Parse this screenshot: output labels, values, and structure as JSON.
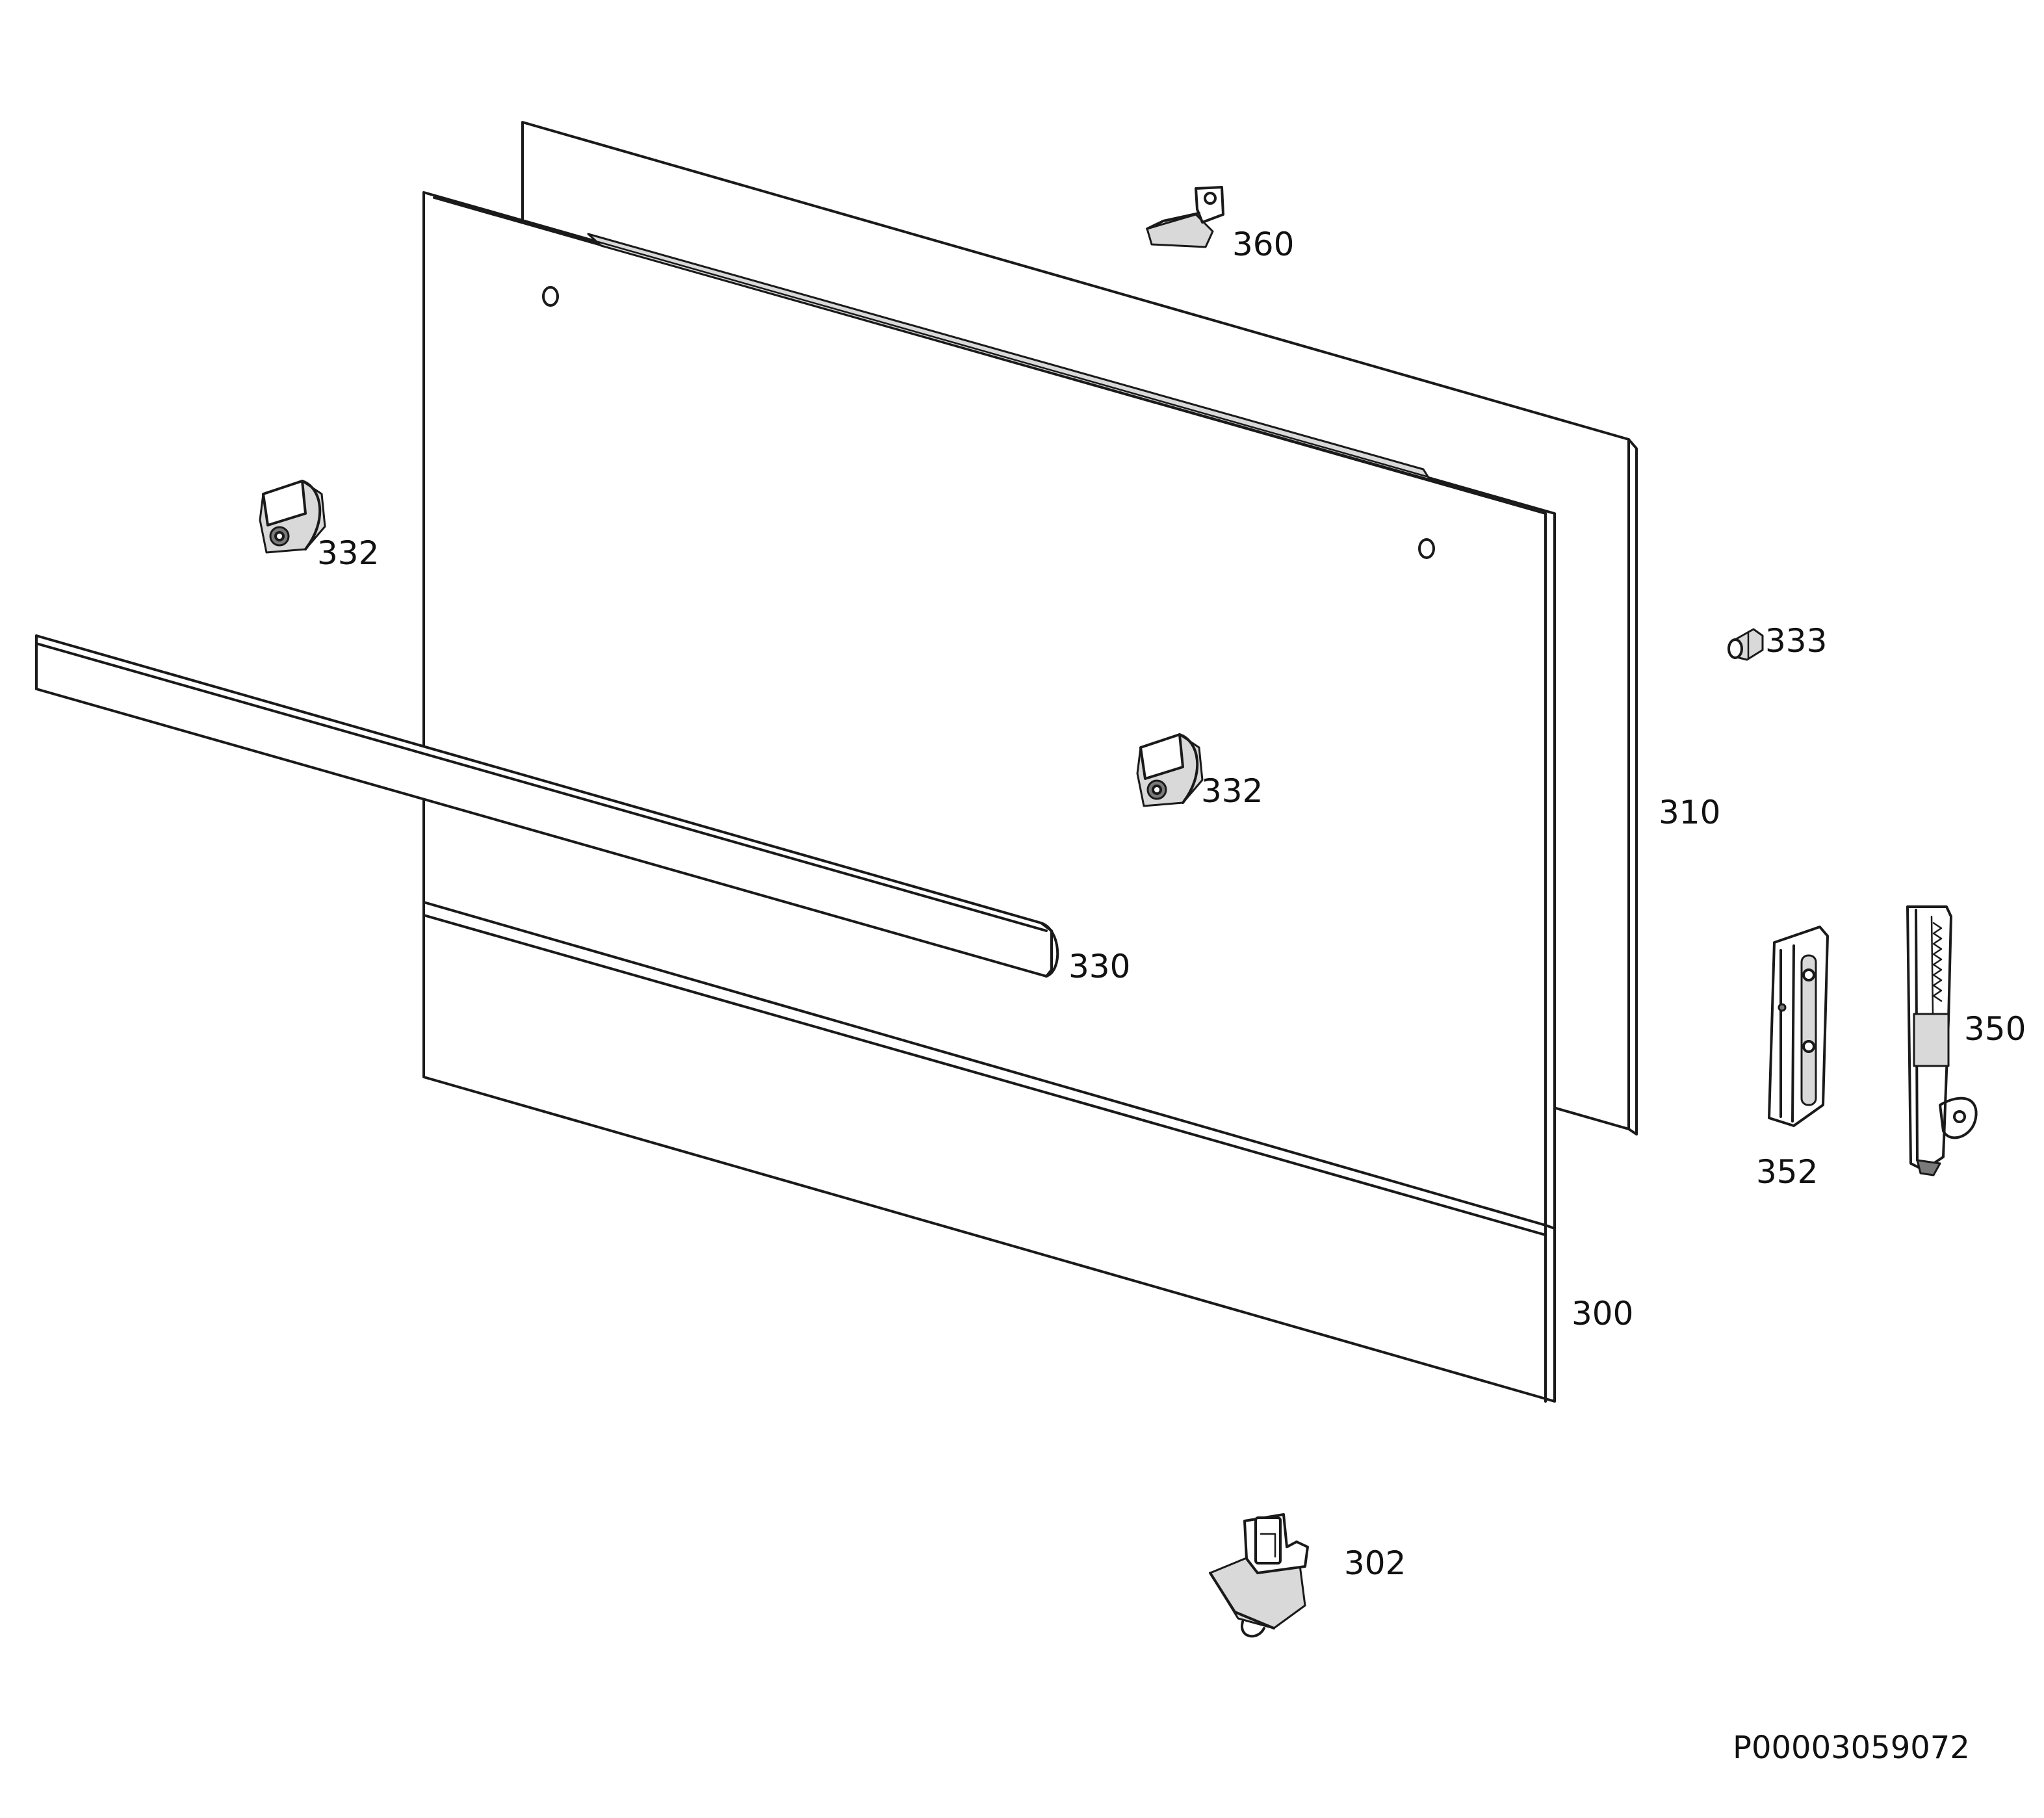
{
  "labels": {
    "p360": "360",
    "p332_left": "332",
    "p332_center": "332",
    "p333": "333",
    "p310": "310",
    "p330": "330",
    "p350": "350",
    "p352": "352",
    "p300": "300",
    "p302": "302"
  },
  "reference_code": "P00003059072"
}
